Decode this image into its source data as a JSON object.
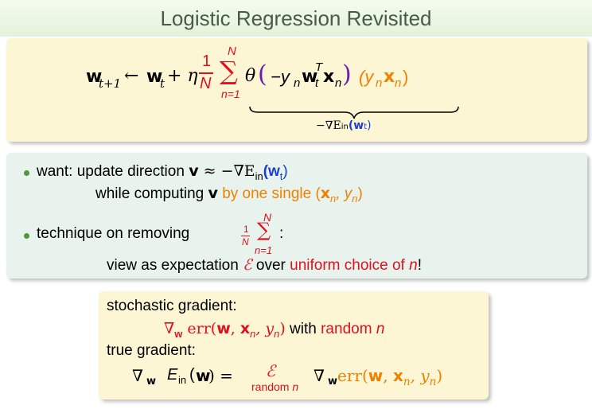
{
  "title": "Logistic Regression Revisited",
  "formula": {
    "w_next": "w",
    "t_plus_1": "t+1",
    "arrow": "←",
    "w_t": "w",
    "t": "t",
    "plus_eta": "+ η",
    "frac_num": "1",
    "frac_den": "N",
    "sum_top": "N",
    "sum_sym": "∑",
    "sum_bottom": "n=1",
    "theta": "θ",
    "paren_open": "(",
    "neg_y": "−y",
    "n_sub": "n",
    "w_bold": "w",
    "T_sup": "T",
    "t_sub": "t",
    "x_bold": "x",
    "paren_close": ")",
    "orange_open": "(y",
    "orange_x": "x",
    "orange_close": ")",
    "brace_label_pre": "−∇E",
    "brace_label_in": "in",
    "brace_label_w": "(w",
    "brace_label_t": "t",
    "brace_label_close": ")"
  },
  "bullets": {
    "b1_line1_pre": "want: update direction ",
    "b1_v": "v",
    "b1_approx": " ≈ −∇E",
    "b1_in": "in",
    "b1_w": "(w",
    "b1_t": "t",
    "b1_close": ")",
    "b1_line2_pre": "while computing ",
    "b1_line2_v": "v",
    "b1_line2_orange": " by one single (",
    "b1_line2_x": "x",
    "b1_line2_n1": "n",
    "b1_line2_comma": ", y",
    "b1_line2_n2": "n",
    "b1_line2_close": ")",
    "b2_line1_pre": "technique on removing ",
    "b2_frac_num": "1",
    "b2_frac_den": "N",
    "b2_sum_top": "N",
    "b2_sum": "∑",
    "b2_sum_bottom": "n=1",
    "b2_colon": ":",
    "b2_line2_pre": "view as expectation ",
    "b2_line2_E": "ℰ",
    "b2_line2_mid": " over ",
    "b2_line2_red": "uniform choice of ",
    "b2_line2_n": "n",
    "b2_line2_bang": "!"
  },
  "gradient_box": {
    "sg_label": "stochastic gradient:",
    "sg_nabla": "∇",
    "sg_w": "w",
    "sg_err": " err(",
    "sg_wb": "w",
    "sg_comma1": ", ",
    "sg_x": "x",
    "sg_n1": "n",
    "sg_comma2": ", y",
    "sg_n2": "n",
    "sg_close": ")",
    "sg_with": " with ",
    "sg_random": "random ",
    "sg_rn": "n",
    "tg_label": "true gradient:",
    "tg_nabla": "∇",
    "tg_w": "w",
    "tg_E": "E",
    "tg_in": "in",
    "tg_paren": "(",
    "tg_wb": "w",
    "tg_eq": ") =",
    "tg_calE": "ℰ",
    "tg_random": "random ",
    "tg_rn": "n",
    "tg_nabla2": "∇",
    "tg_w2": "w",
    "tg_err": " err(",
    "tg_wb2": "w",
    "tg_c1": ", ",
    "tg_x": "x",
    "tg_n1": "n",
    "tg_c2": ", y",
    "tg_n2": "n",
    "tg_close": ")"
  },
  "colors": {
    "title": "#4a5a4a",
    "orange": "#f08000",
    "purple": "#6a1fb0",
    "red": "#e0101e",
    "blue": "#1a3fd0",
    "bullet": "#4a9a3a",
    "box_yellow": "#fcf6d4",
    "box_green": "#e7f3ec"
  }
}
